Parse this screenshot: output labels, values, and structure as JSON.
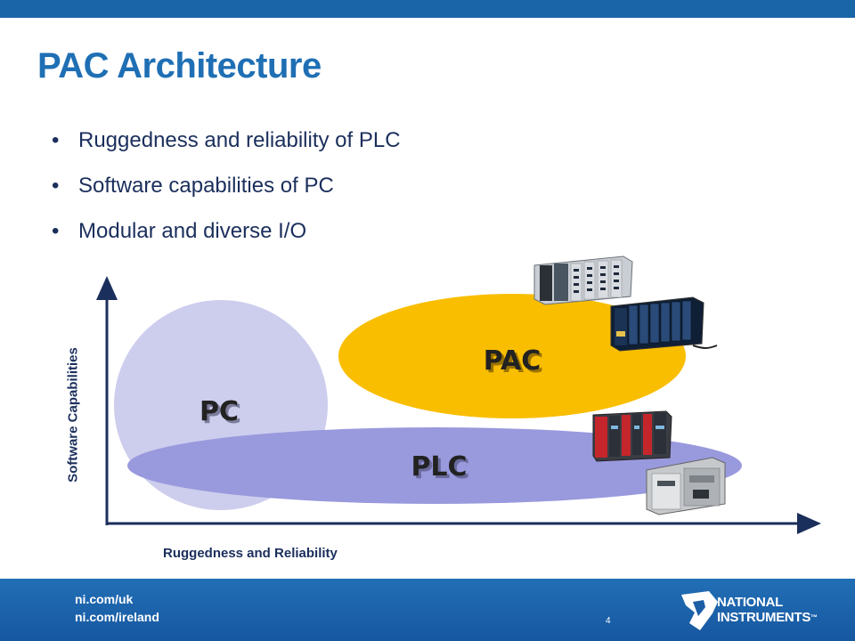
{
  "slide": {
    "title": "PAC Architecture",
    "bullets": [
      "Ruggedness and reliability of PLC",
      "Software capabilities of PC",
      "Modular and diverse I/O"
    ]
  },
  "diagram": {
    "y_axis_label": "Software Capabilities",
    "x_axis_label": "Ruggedness and Reliability",
    "regions": [
      "PC",
      "PAC",
      "PLC"
    ],
    "colors": {
      "pc": "#cdcdee",
      "pac": "#f9be00",
      "plc": "#9999dd"
    }
  },
  "footer": {
    "links": [
      "ni.com/uk",
      "ni.com/ireland"
    ],
    "page_number": "4",
    "logo_line1": "NATIONAL",
    "logo_line2": "INSTRUMENTS",
    "trademark": "™"
  }
}
